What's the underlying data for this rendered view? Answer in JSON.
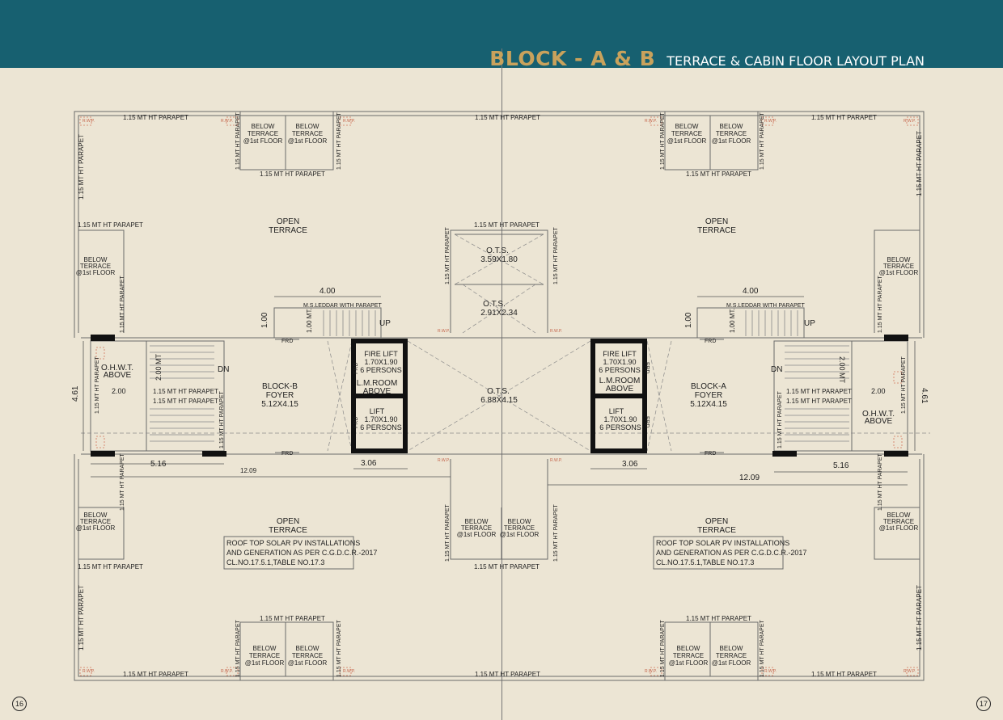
{
  "header": {
    "title_main": "BLOCK - A & B",
    "title_sub": "TERRACE & CABIN FLOOR  LAYOUT PLAN",
    "band_color": "#176070",
    "title_color": "#c9a25c"
  },
  "pages": {
    "left": "16",
    "right": "17"
  },
  "plan": {
    "parapet": "1.15 MT HT PARAPET",
    "below_1": "BELOW",
    "below_2": "TERRACE",
    "below_3": "@1st FLOOR",
    "open_1": "OPEN",
    "open_2": "TERRACE",
    "rwp": "R.W.P.",
    "ots_a_1": "O.T.S.",
    "ots_a_2": "3.59X1.80",
    "ots_b_1": "O.T.S.",
    "ots_b_2": "2.91X2.34",
    "ots_c_1": "O.T.S.",
    "ots_c_2": "6.88X4.15",
    "ladder": "M.S.LEDDAR WITH PARAPET",
    "dim_400": "4.00",
    "dim_100": "1.00",
    "dim_100mt": "1.00 MT.",
    "up": "UP",
    "dn": "DN",
    "frd": "FRD",
    "fire_lift_1": "FIRE LIFT",
    "fire_lift_2": "1.70X1.90",
    "fire_lift_3": "6 PERSONS",
    "lm_room_1": "L.M.ROOM",
    "lm_room_2": "ABOVE",
    "lift_1": "LIFT",
    "lift_2": "1.70X1.90",
    "lift_3": "6 PERSONS",
    "foyer_b_1": "BLOCK-B",
    "foyer_b_2": "FOYER",
    "foyer_b_3": "5.12X4.15",
    "foyer_a_1": "BLOCK-A",
    "foyer_a_2": "FOYER",
    "foyer_a_3": "5.12X4.15",
    "ohwt_1": "O.H.W.T.",
    "ohwt_2": "ABOVE",
    "dim_200mt": "2.00 MT",
    "dim_200": "2.00",
    "dim_461": "4.61",
    "dim_516": "5.16",
    "dim_1209": "12.09",
    "dim_306": "3.06",
    "solar_1": "ROOF TOP SOLAR PV INSTALLATIONS",
    "solar_2": "AND GENERATION AS PER C.G.D.C.R.-2017",
    "solar_3": "CL.NO.17.5.1,TABLE NO.17.3"
  }
}
